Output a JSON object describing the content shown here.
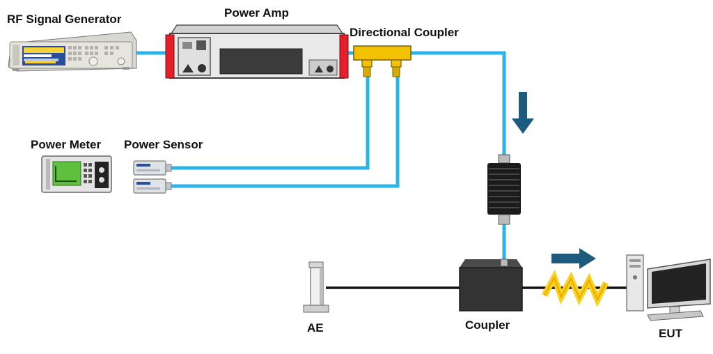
{
  "labels": {
    "rf_signal_generator": "RF Signal Generator",
    "power_amp": "Power Amp",
    "directional_coupler": "Directional Coupler",
    "power_meter": "Power Meter",
    "power_sensor": "Power Sensor",
    "ae": "AE",
    "coupler": "Coupler",
    "eut": "EUT"
  },
  "colors": {
    "cable": "#2bb4e8",
    "arrow": "#1d5a7e",
    "amp_rail": "#e3202a",
    "directional_coupler": "#f2c200",
    "coupler_box": "#333333",
    "lightning": "#f7d21e",
    "black_cable": "#111111"
  },
  "icons": {
    "signal_flow_down": "arrow-down-icon",
    "signal_flow_right": "arrow-right-icon",
    "radiated_disturbance": "lightning-icon"
  }
}
